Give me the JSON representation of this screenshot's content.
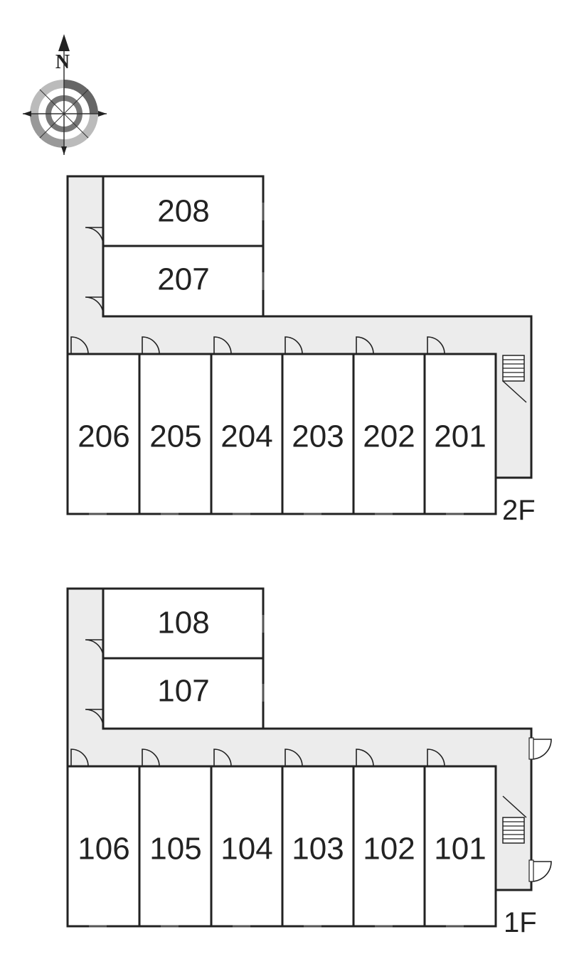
{
  "compass": {
    "label": "N"
  },
  "floors": [
    {
      "id": "2f",
      "label": "2F",
      "rooms_top": [
        "208",
        "207"
      ],
      "rooms_row": [
        "206",
        "205",
        "204",
        "203",
        "202",
        "201"
      ]
    },
    {
      "id": "1f",
      "label": "1F",
      "rooms_top": [
        "108",
        "107"
      ],
      "rooms_row": [
        "106",
        "105",
        "104",
        "103",
        "102",
        "101"
      ]
    }
  ]
}
